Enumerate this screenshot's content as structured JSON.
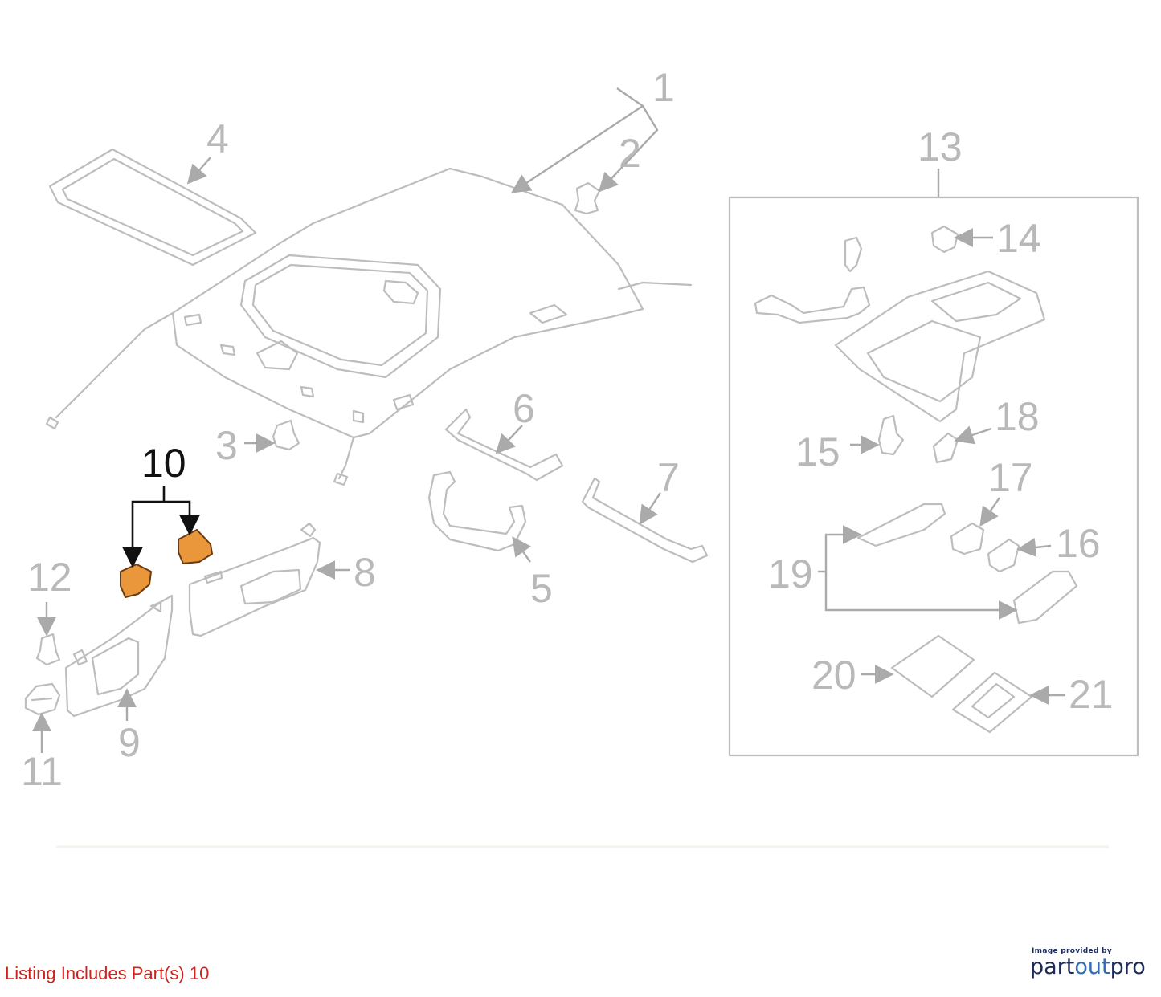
{
  "diagram": {
    "part_labels": {
      "p1": "1",
      "p2": "2",
      "p3": "3",
      "p4": "4",
      "p5": "5",
      "p6": "6",
      "p7": "7",
      "p8": "8",
      "p9": "9",
      "p10": "10",
      "p11": "11",
      "p12": "12",
      "p13": "13",
      "p14": "14",
      "p15": "15",
      "p16": "16",
      "p17": "17",
      "p18": "18",
      "p19": "19",
      "p20": "20",
      "p21": "21"
    },
    "highlighted_part": "10",
    "highlight_color": "#e9973a",
    "line_color": "#bdbdbd"
  },
  "footer": {
    "listing_text": "Listing Includes Part(s) 10",
    "listing_color": "#d0221d",
    "credit_small": "Image provided by",
    "credit_brand_part": "part",
    "credit_brand_out": "out",
    "credit_brand_pro": "pro"
  }
}
